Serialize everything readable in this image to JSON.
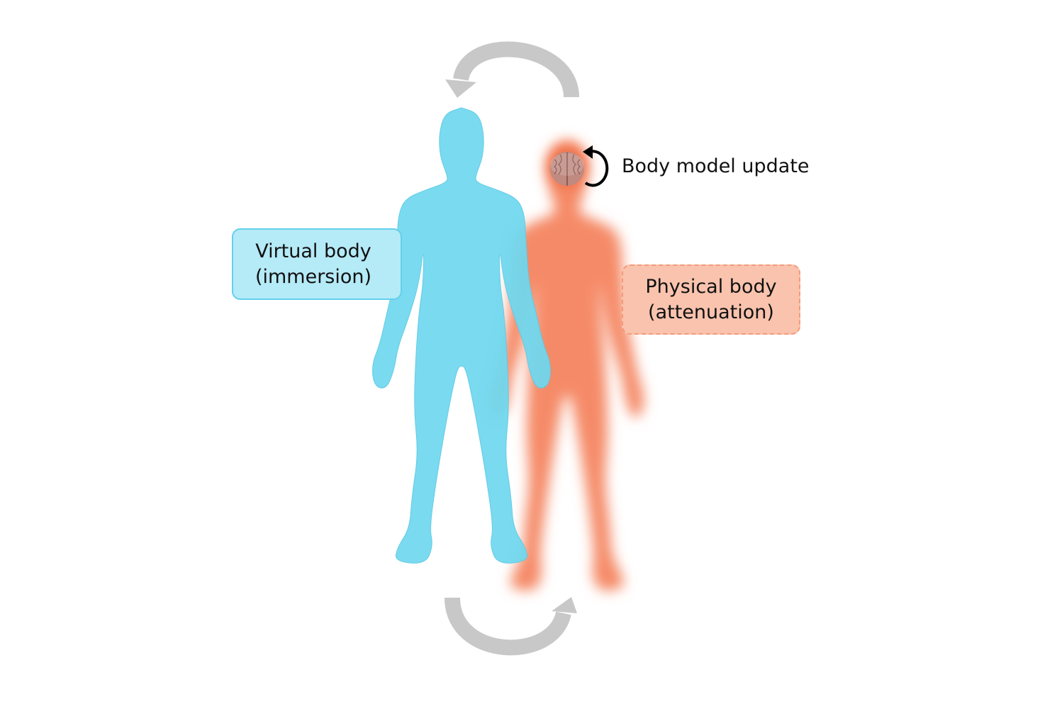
{
  "labels": {
    "virtual_body": {
      "line1": "Virtual body",
      "line2": "(immersion)"
    },
    "physical_body": {
      "line1": "Physical body",
      "line2": "(attenuation)"
    },
    "body_model_update": "Body model update"
  },
  "colors": {
    "virtual": "#6fd8ef",
    "physical": "#f4845f",
    "arrow_grey": "#c8c8c8"
  },
  "icons": [
    "brain-icon",
    "circular-arrow-icon",
    "cycle-arrow-top",
    "cycle-arrow-bottom"
  ]
}
